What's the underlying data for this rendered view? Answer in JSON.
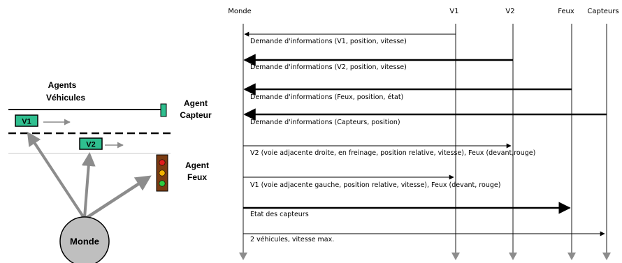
{
  "left_scene": {
    "agents_vehicles_label_line1": "Agents",
    "agents_vehicles_label_line2": "Véhicules",
    "sensor_agent_label_line1": "Agent",
    "sensor_agent_label_line2": "Capteur",
    "lights_agent_label_line1": "Agent",
    "lights_agent_label_line2": "Feux",
    "vehicle1_label": "V1",
    "vehicle2_label": "V2",
    "world_label": "Monde",
    "colors": {
      "vehicle_fill": "#2fbf8f",
      "world_fill": "#bfbfbf",
      "arrow_gray": "#8c8c8c",
      "traffic_light_body": "#7a3b12"
    }
  },
  "sequence": {
    "lifelines": [
      "Monde",
      "V1",
      "V2",
      "Feux",
      "Capteurs"
    ],
    "messages": [
      {
        "text": "Demande d'informations (V1, position, vitesse)",
        "from": "V1",
        "to": "Monde"
      },
      {
        "text": "Demande d'informations (V2, position, vitesse)",
        "from": "V2",
        "to": "Monde"
      },
      {
        "text": "Demande d'informations (Feux, position, état)",
        "from": "Feux",
        "to": "Monde"
      },
      {
        "text": "Demande d'informations (Capteurs, position)",
        "from": "Capteurs",
        "to": "Monde"
      },
      {
        "text": "V2 (voie adjacente droite, en freinage, position relative, vitesse), Feux (devant,rouge)",
        "from": "Monde",
        "to": "V2"
      },
      {
        "text": "V1 (voie adjacente gauche, position relative, vitesse), Feux (devant, rouge)",
        "from": "Monde",
        "to": "V1"
      },
      {
        "text": "Etat des capteurs",
        "from": "Monde",
        "to": "Feux"
      },
      {
        "text": "2 véhicules, vitesse max.",
        "from": "Monde",
        "to": "Capteurs"
      }
    ]
  }
}
